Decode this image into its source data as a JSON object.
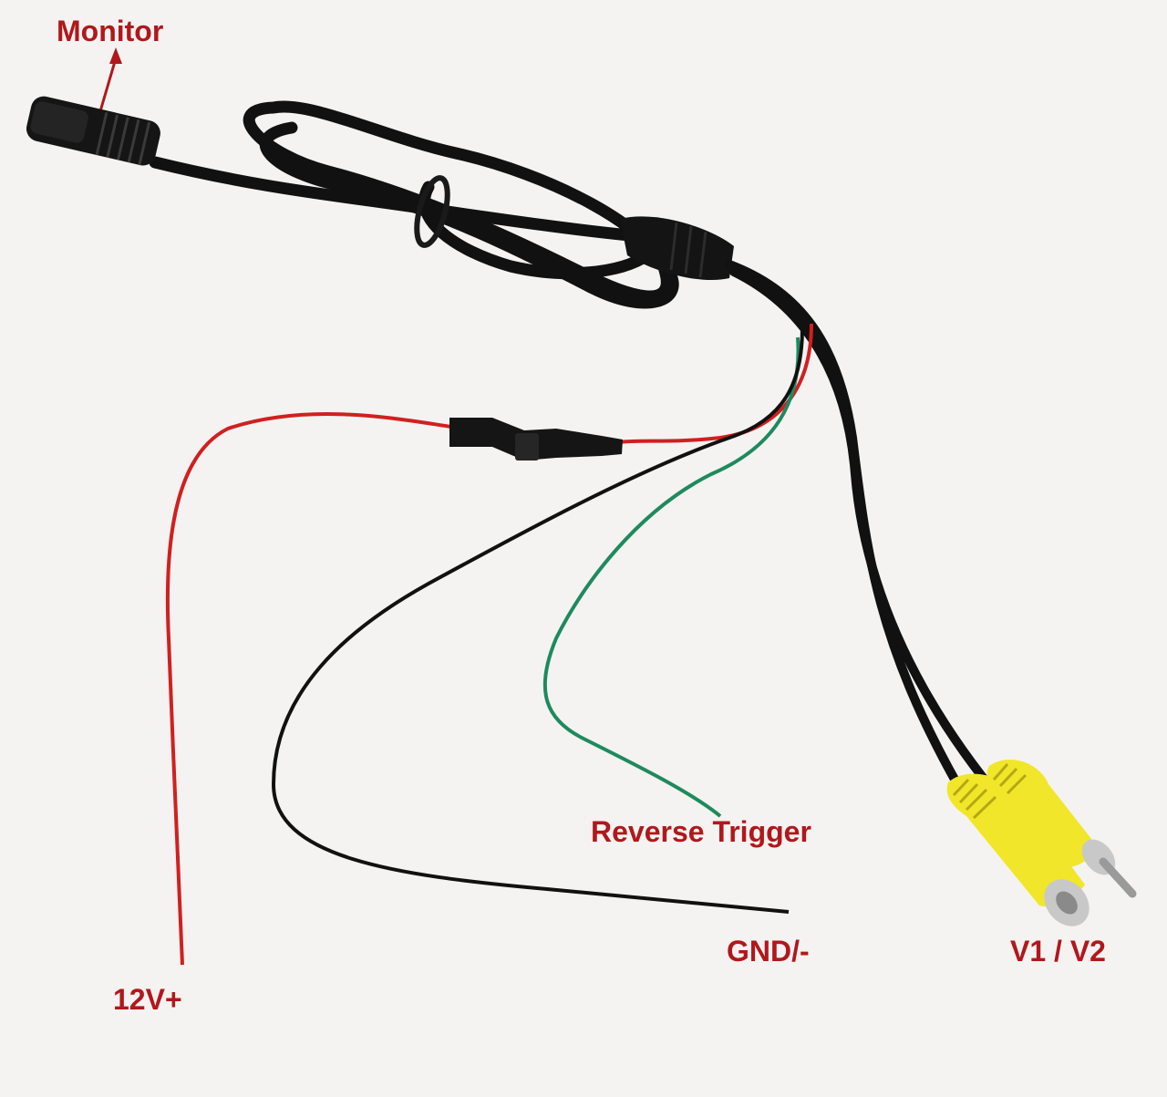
{
  "colors": {
    "background": "#f4f3f1",
    "label": "#b0181c",
    "cable": "#111111",
    "power_wire": "#d02020",
    "trigger_wire": "#1e8a5e",
    "ground_wire": "#111111",
    "rca_plug": "#f1e62a",
    "rca_metal": "#c8c8c8"
  },
  "labels": {
    "monitor": "Monitor",
    "reverse_trigger": "Reverse Trigger",
    "gnd": "GND/-",
    "video": "V1 / V2",
    "power": "12V+"
  }
}
